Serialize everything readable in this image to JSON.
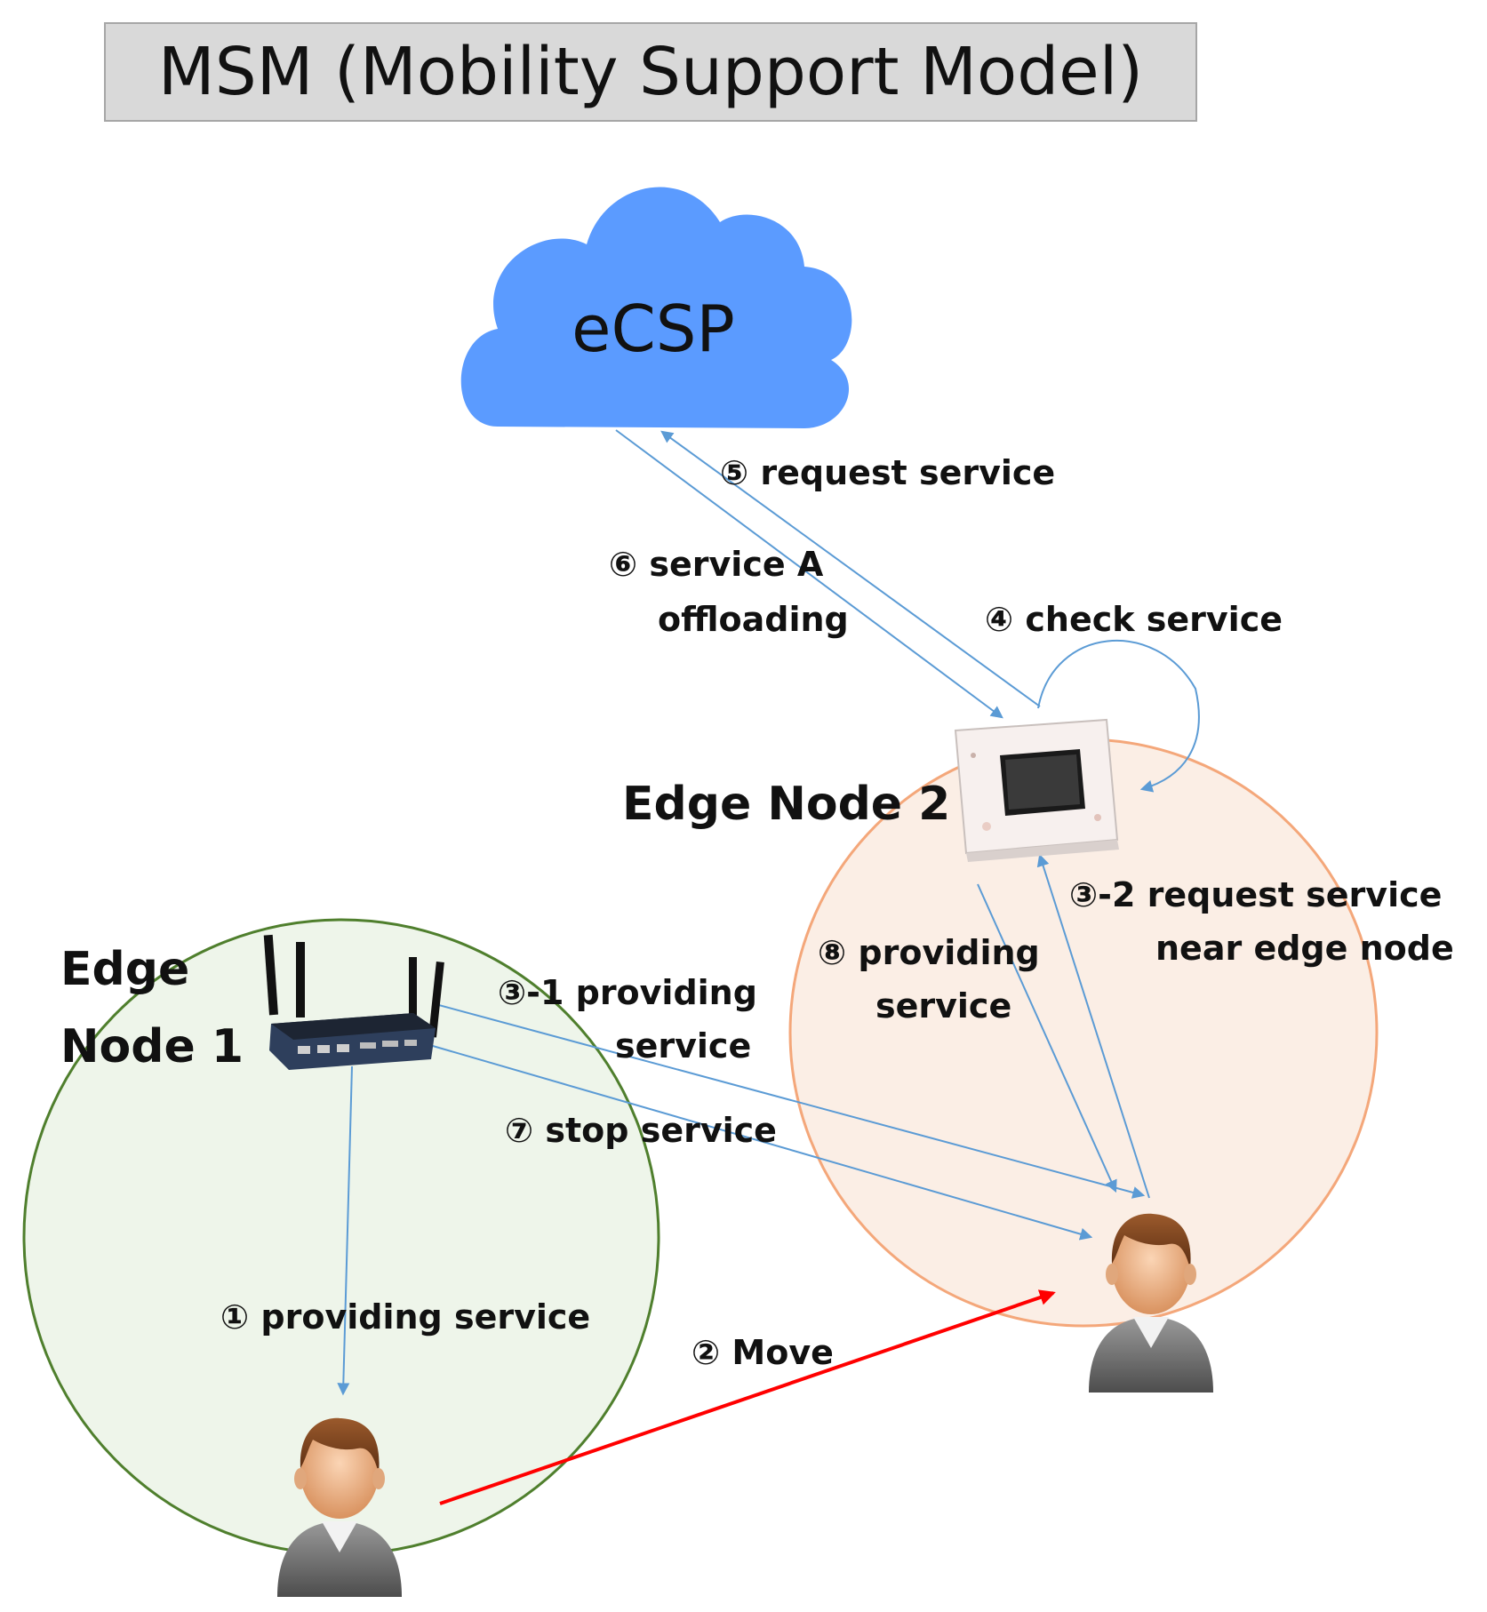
{
  "title": "MSM (Mobility Support  Model)",
  "cloud": {
    "label": "eCSP"
  },
  "nodes": {
    "edge1_line1": "Edge",
    "edge1_line2": "Node 1",
    "edge2": "Edge Node 2"
  },
  "steps": {
    "s1": "① providing service",
    "s2": "②  Move",
    "s3_1_line1": "③-1 providing",
    "s3_1_line2": "service",
    "s3_2_line1": "③-2 request service",
    "s3_2_line2": "near edge node",
    "s4": "④ check service",
    "s5": "⑤ request service",
    "s6_line1": "⑥ service A",
    "s6_line2": "offloading",
    "s7": "⑦ stop service",
    "s8_line1": "⑧ providing",
    "s8_line2": "service"
  },
  "colors": {
    "cloud": "#5b9bff",
    "edge1_fill": "#eef5ea",
    "edge1_stroke": "#4f7f2d",
    "edge2_fill": "#fbeee5",
    "edge2_stroke": "#f4a77a",
    "arrow_blue": "#5b9bd5",
    "arrow_red": "#ff0000"
  },
  "icons": [
    "router-icon",
    "tablet-device-icon",
    "user-icon"
  ]
}
